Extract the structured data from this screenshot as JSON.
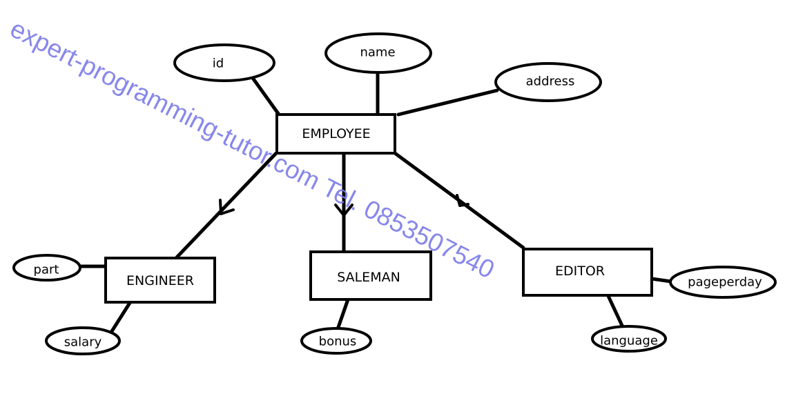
{
  "entities": {
    "employee": "EMPLOYEE",
    "engineer": "ENGINEER",
    "saleman": "SALEMAN",
    "editor": "EDITOR"
  },
  "attributes": {
    "id": "id",
    "name": "name",
    "address": "address",
    "part": "part",
    "salary": "salary",
    "bonus": "bonus",
    "pageperday": "pageperday",
    "language": "language"
  },
  "watermark": "expert-programming-tutor.com Tel. 0853507540",
  "colors": {
    "line": "#000000",
    "watermark": "#7b7be8",
    "background": "#ffffff"
  }
}
